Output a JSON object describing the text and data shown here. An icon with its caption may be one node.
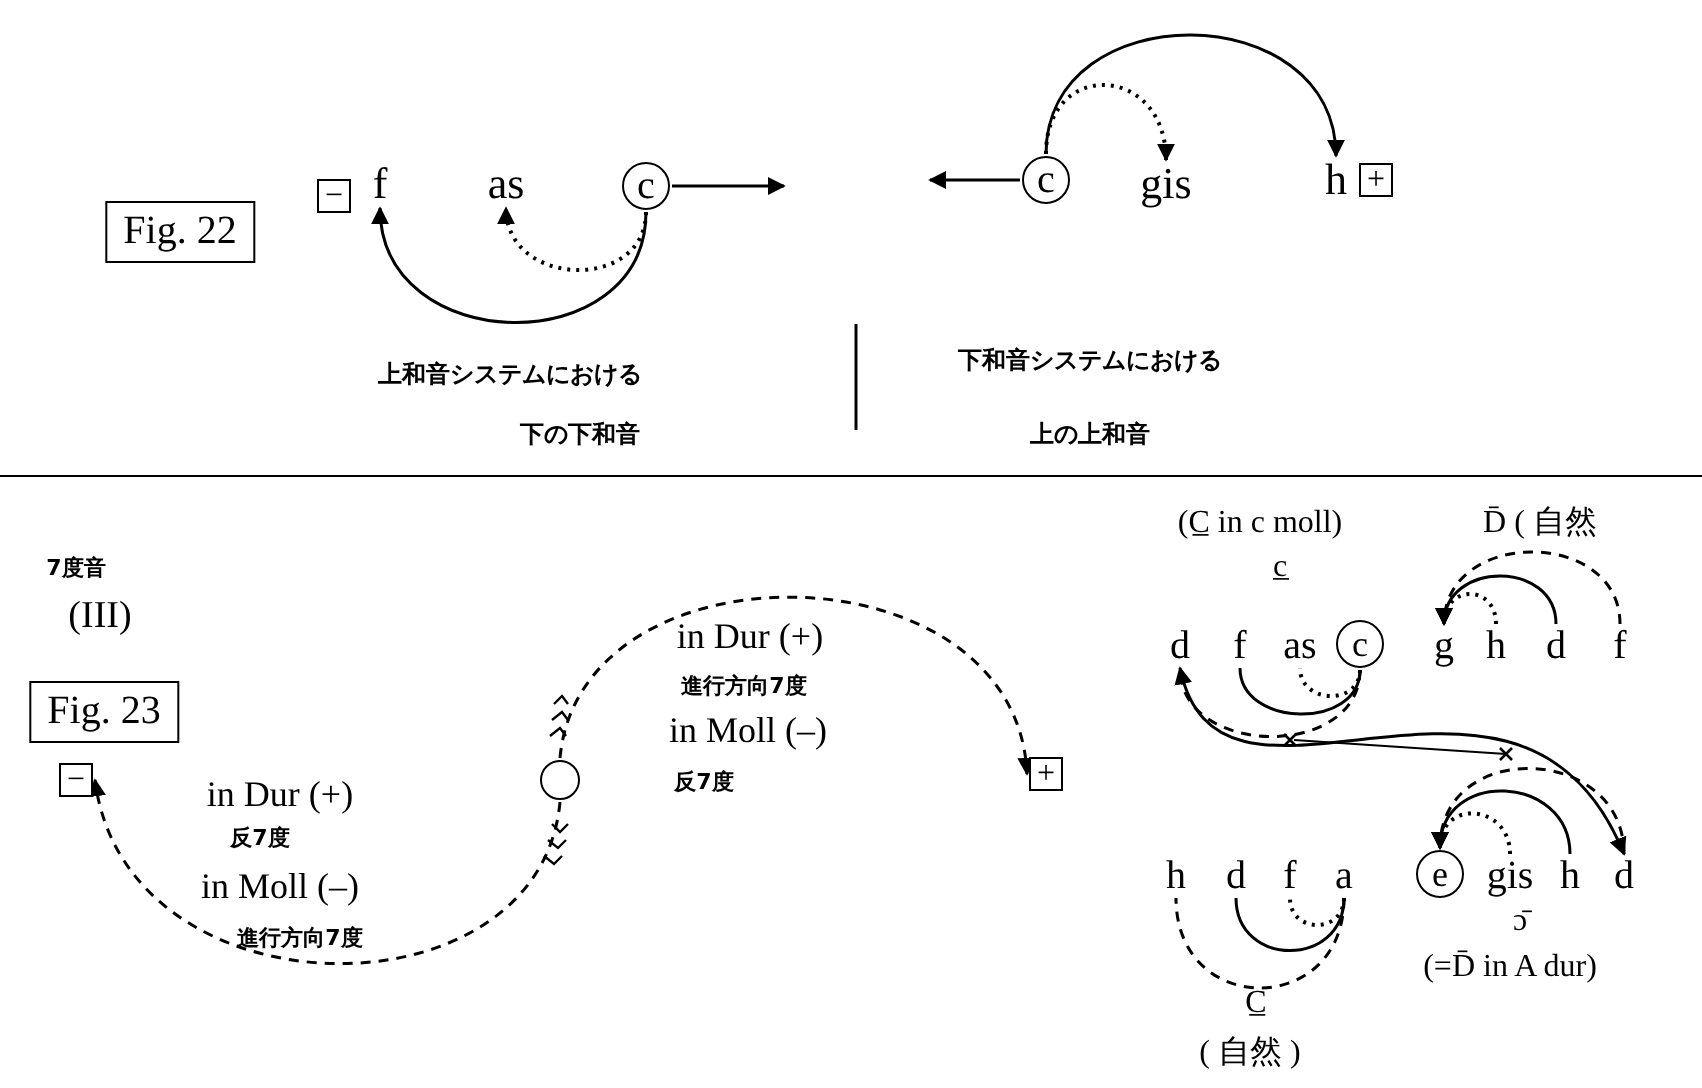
{
  "diagram": {
    "nodes": [
      {
        "text": [
          "Fig. 22"
        ]
      },
      {
        "text": [
          "−"
        ]
      },
      {
        "text": [
          "f"
        ]
      },
      {
        "text": [
          "as"
        ]
      },
      {
        "text": [
          "c"
        ]
      },
      {
        "text": [
          "c"
        ]
      },
      {
        "text": [
          "gis"
        ]
      },
      {
        "text": [
          "h"
        ]
      },
      {
        "text": [
          "+"
        ]
      },
      {
        "text": [
          "Fig. 23"
        ]
      },
      {
        "text": [
          "−"
        ]
      },
      {
        "text": [],
        "shape": "circle"
      },
      {
        "text": [
          "+"
        ]
      },
      {
        "text": [
          "d"
        ]
      },
      {
        "text": [
          "f"
        ]
      },
      {
        "text": [
          "as"
        ]
      },
      {
        "text": [
          "c"
        ]
      },
      {
        "text": [
          "g"
        ]
      },
      {
        "text": [
          "h"
        ]
      },
      {
        "text": [
          "d"
        ]
      },
      {
        "text": [
          "f"
        ]
      },
      {
        "text": [
          "h"
        ]
      },
      {
        "text": [
          "d"
        ]
      },
      {
        "text": [
          "f"
        ]
      },
      {
        "text": [
          "a"
        ]
      },
      {
        "text": [
          "e"
        ]
      },
      {
        "text": [
          "gis"
        ]
      },
      {
        "text": [
          "h"
        ]
      },
      {
        "text": [
          "d"
        ]
      }
    ],
    "edges": [
      {
        "from": 4,
        "to": 2,
        "arrow": "to"
      },
      {
        "from": 4,
        "to": 3,
        "arrow": "to",
        "style": "dashed"
      },
      {
        "from": 4,
        "to": null,
        "arrow": "to"
      },
      {
        "from": 5,
        "to": null,
        "arrow": "to"
      },
      {
        "from": 5,
        "to": 7,
        "arrow": "to"
      },
      {
        "from": 5,
        "to": 6,
        "arrow": "to",
        "style": "dashed"
      },
      {
        "from": 11,
        "to": 10,
        "arrow": "to",
        "style": "dashed"
      },
      {
        "from": 11,
        "to": 12,
        "arrow": "to",
        "style": "dashed"
      },
      {
        "from": 16,
        "to": 13,
        "arrow": "none",
        "style": "dashed"
      },
      {
        "from": 16,
        "to": 14,
        "arrow": "none"
      },
      {
        "from": 16,
        "to": 15,
        "arrow": "none",
        "style": "dashed"
      },
      {
        "from": 18,
        "to": 17,
        "arrow": "to",
        "style": "dashed"
      },
      {
        "from": 19,
        "to": 17,
        "arrow": "to"
      },
      {
        "from": 20,
        "to": 17,
        "arrow": "to",
        "style": "dashed"
      },
      {
        "from": 24,
        "to": 23,
        "arrow": "none",
        "style": "dashed"
      },
      {
        "from": 24,
        "to": 22,
        "arrow": "none"
      },
      {
        "from": 24,
        "to": 21,
        "arrow": "none",
        "style": "dashed"
      },
      {
        "from": 26,
        "to": 25,
        "arrow": "to",
        "style": "dashed"
      },
      {
        "from": 27,
        "to": 25,
        "arrow": "to"
      },
      {
        "from": 28,
        "to": 25,
        "arrow": "to",
        "style": "dashed"
      },
      {
        "from": 13,
        "to": 28,
        "arrow": "both"
      }
    ],
    "labels": [
      "上和音システムにおける",
      "下和音システムにおける",
      "下の下和音",
      "上の上和音",
      "7度音",
      "(III)",
      "(C̲ in c moll)",
      "D̄ ( 自然",
      "c̲",
      "in Dur (+)",
      "進行方向7度",
      "in Moll (–)",
      "反7度",
      "in Dur (+)",
      "反7度",
      "in Moll (–)",
      "ɔ̄",
      "進行方向7度",
      "(=D̄ in A dur)",
      "C̲",
      "( 自然 )"
    ]
  }
}
